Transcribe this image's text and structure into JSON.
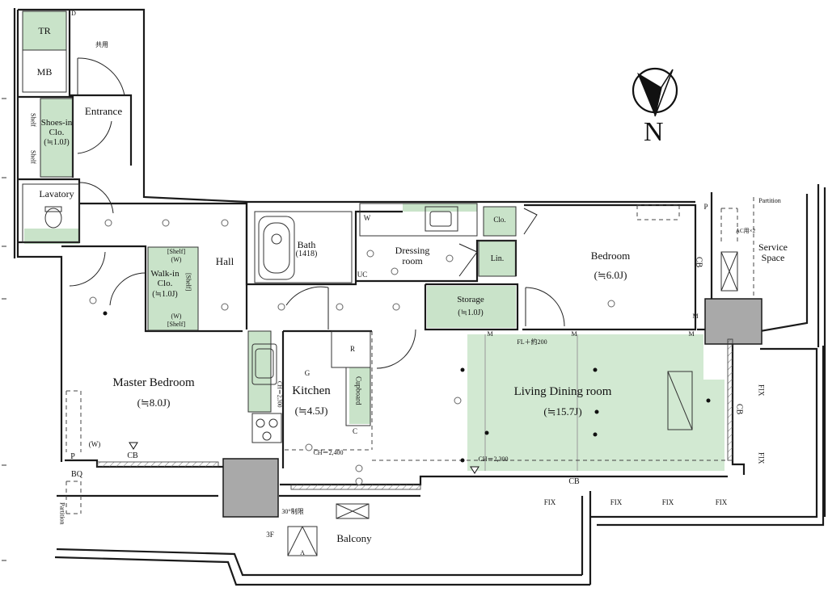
{
  "rooms": {
    "tr": "TR",
    "mb": "MB",
    "d": "D",
    "entrance": "Entrance",
    "shoes_in_clo": "Shoes-in Clo.",
    "shoes_in_clo_size": "(≒1.0J)",
    "shelf_a": "Shelf",
    "shelf_b": "Shelf",
    "lavatory": "Lavatory",
    "hall": "Hall",
    "bath": "Bath",
    "bath_size": "(1418)",
    "dressing_room": "Dressing room",
    "w_label": "W",
    "clo": "Clo.",
    "lin": "Lin.",
    "bedroom": "Bedroom",
    "bedroom_size": "(≒6.0J)",
    "service_space": "Service Space",
    "partition_top": "Partition",
    "walk_in_clo": "Walk-in Clo.",
    "walk_in_clo_size": "(≒1.0J)",
    "shelf_w_top": "[Shelf]",
    "w_top": "(W)",
    "shelf_right": "[Shelf]",
    "w_bottom": "(W)",
    "shelf_bottom": "[Shelf]",
    "storage": "Storage",
    "storage_size": "(≒1.0J)",
    "master_bedroom": "Master Bedroom",
    "master_bedroom_size": "(≒8.0J)",
    "kitchen": "Kitchen",
    "kitchen_size": "(≒4.5J)",
    "cupboard": "Cupboard",
    "r_label": "R",
    "c_label": "C",
    "living_dining": "Living Dining room",
    "living_dining_size": "(≒15.7J)",
    "balcony": "Balcony",
    "partition_left": "Partition",
    "north": "N"
  },
  "annotations": {
    "ch_2400": "CH＝2,400",
    "ch_2300": "CH＝2,300",
    "ch_2300_v": "CH＝2,300",
    "fl_label": "FL＋約200",
    "cb_master": "CB",
    "cb_living": "CB",
    "cb_bedroom": "CB",
    "cb_right": "CB",
    "w_master": "(W)",
    "p_label": "P",
    "bq_label": "BQ",
    "p_service": "P",
    "uc_label": "UC",
    "fix_1": "FIX",
    "fix_2": "FIX",
    "fix_3": "FIX",
    "fix_4": "FIX",
    "fix_v1": "FIX",
    "fix_v2": "FIX",
    "angle_limit": "30°制限",
    "floor_3f": "3F",
    "a_label": "A",
    "shared_use": "共用",
    "ac_note": "AC用×2",
    "m_1": "M",
    "m_2": "M",
    "m_3": "M",
    "m_4": "M",
    "g_label": "G"
  },
  "colors": {
    "green_fill": "#c9e3c9",
    "living_fill": "#d2e9d2",
    "wall": "#1a1a1a",
    "column": "#a9a9a9"
  },
  "icons": [
    "north-arrow-icon",
    "bathtub-icon",
    "toilet-icon",
    "sink-icon",
    "stove-icon",
    "door-swing-icon",
    "column-icon",
    "light-fixture-icon"
  ]
}
